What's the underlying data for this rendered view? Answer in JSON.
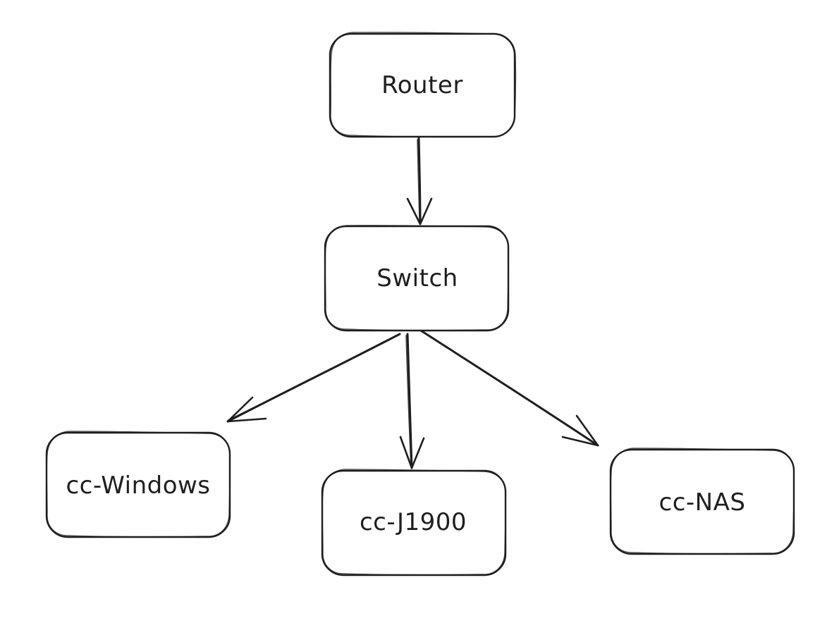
{
  "diagram": {
    "nodes": {
      "router": {
        "label": "Router"
      },
      "switch": {
        "label": "Switch"
      },
      "windows": {
        "label": "cc-Windows"
      },
      "j1900": {
        "label": "cc-J1900"
      },
      "nas": {
        "label": "cc-NAS"
      }
    },
    "edges": [
      {
        "from": "Router",
        "to": "Switch"
      },
      {
        "from": "Switch",
        "to": "cc-Windows"
      },
      {
        "from": "Switch",
        "to": "cc-J1900"
      },
      {
        "from": "Switch",
        "to": "cc-NAS"
      }
    ]
  }
}
